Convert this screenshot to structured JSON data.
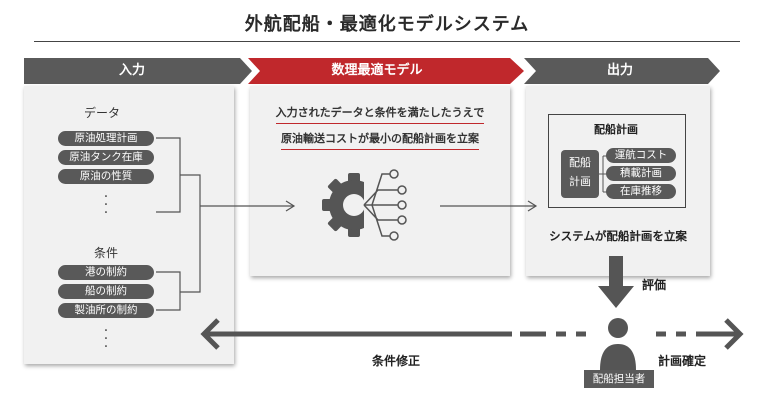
{
  "title": "外航配船・最適化モデルシステム",
  "headers": {
    "input": "入力",
    "model": "数理最適モデル",
    "output": "出力"
  },
  "input": {
    "data_label": "データ",
    "data_items": [
      "原油処理計画",
      "原油タンク在庫",
      "原油の性質"
    ],
    "condition_label": "条件",
    "condition_items": [
      "港の制約",
      "船の制約",
      "製油所の制約"
    ]
  },
  "model": {
    "line1": "入力されたデータと条件を満たしたうえで",
    "line2": "原油輸送コストが最小の配船計画を立案"
  },
  "output": {
    "box_title": "配船計画",
    "left_label": "配船計画",
    "items": [
      "運航コスト",
      "積載計画",
      "在庫推移"
    ],
    "caption": "システムが配船計画を立案"
  },
  "flow": {
    "evaluate": "評価",
    "condition_fix": "条件修正",
    "plan_confirm": "計画確定",
    "person": "配船担当者"
  },
  "colors": {
    "gray_header": "#5a5a5a",
    "red_header": "#c0282c",
    "panel": "#f1f1f1",
    "pill": "#595959"
  }
}
